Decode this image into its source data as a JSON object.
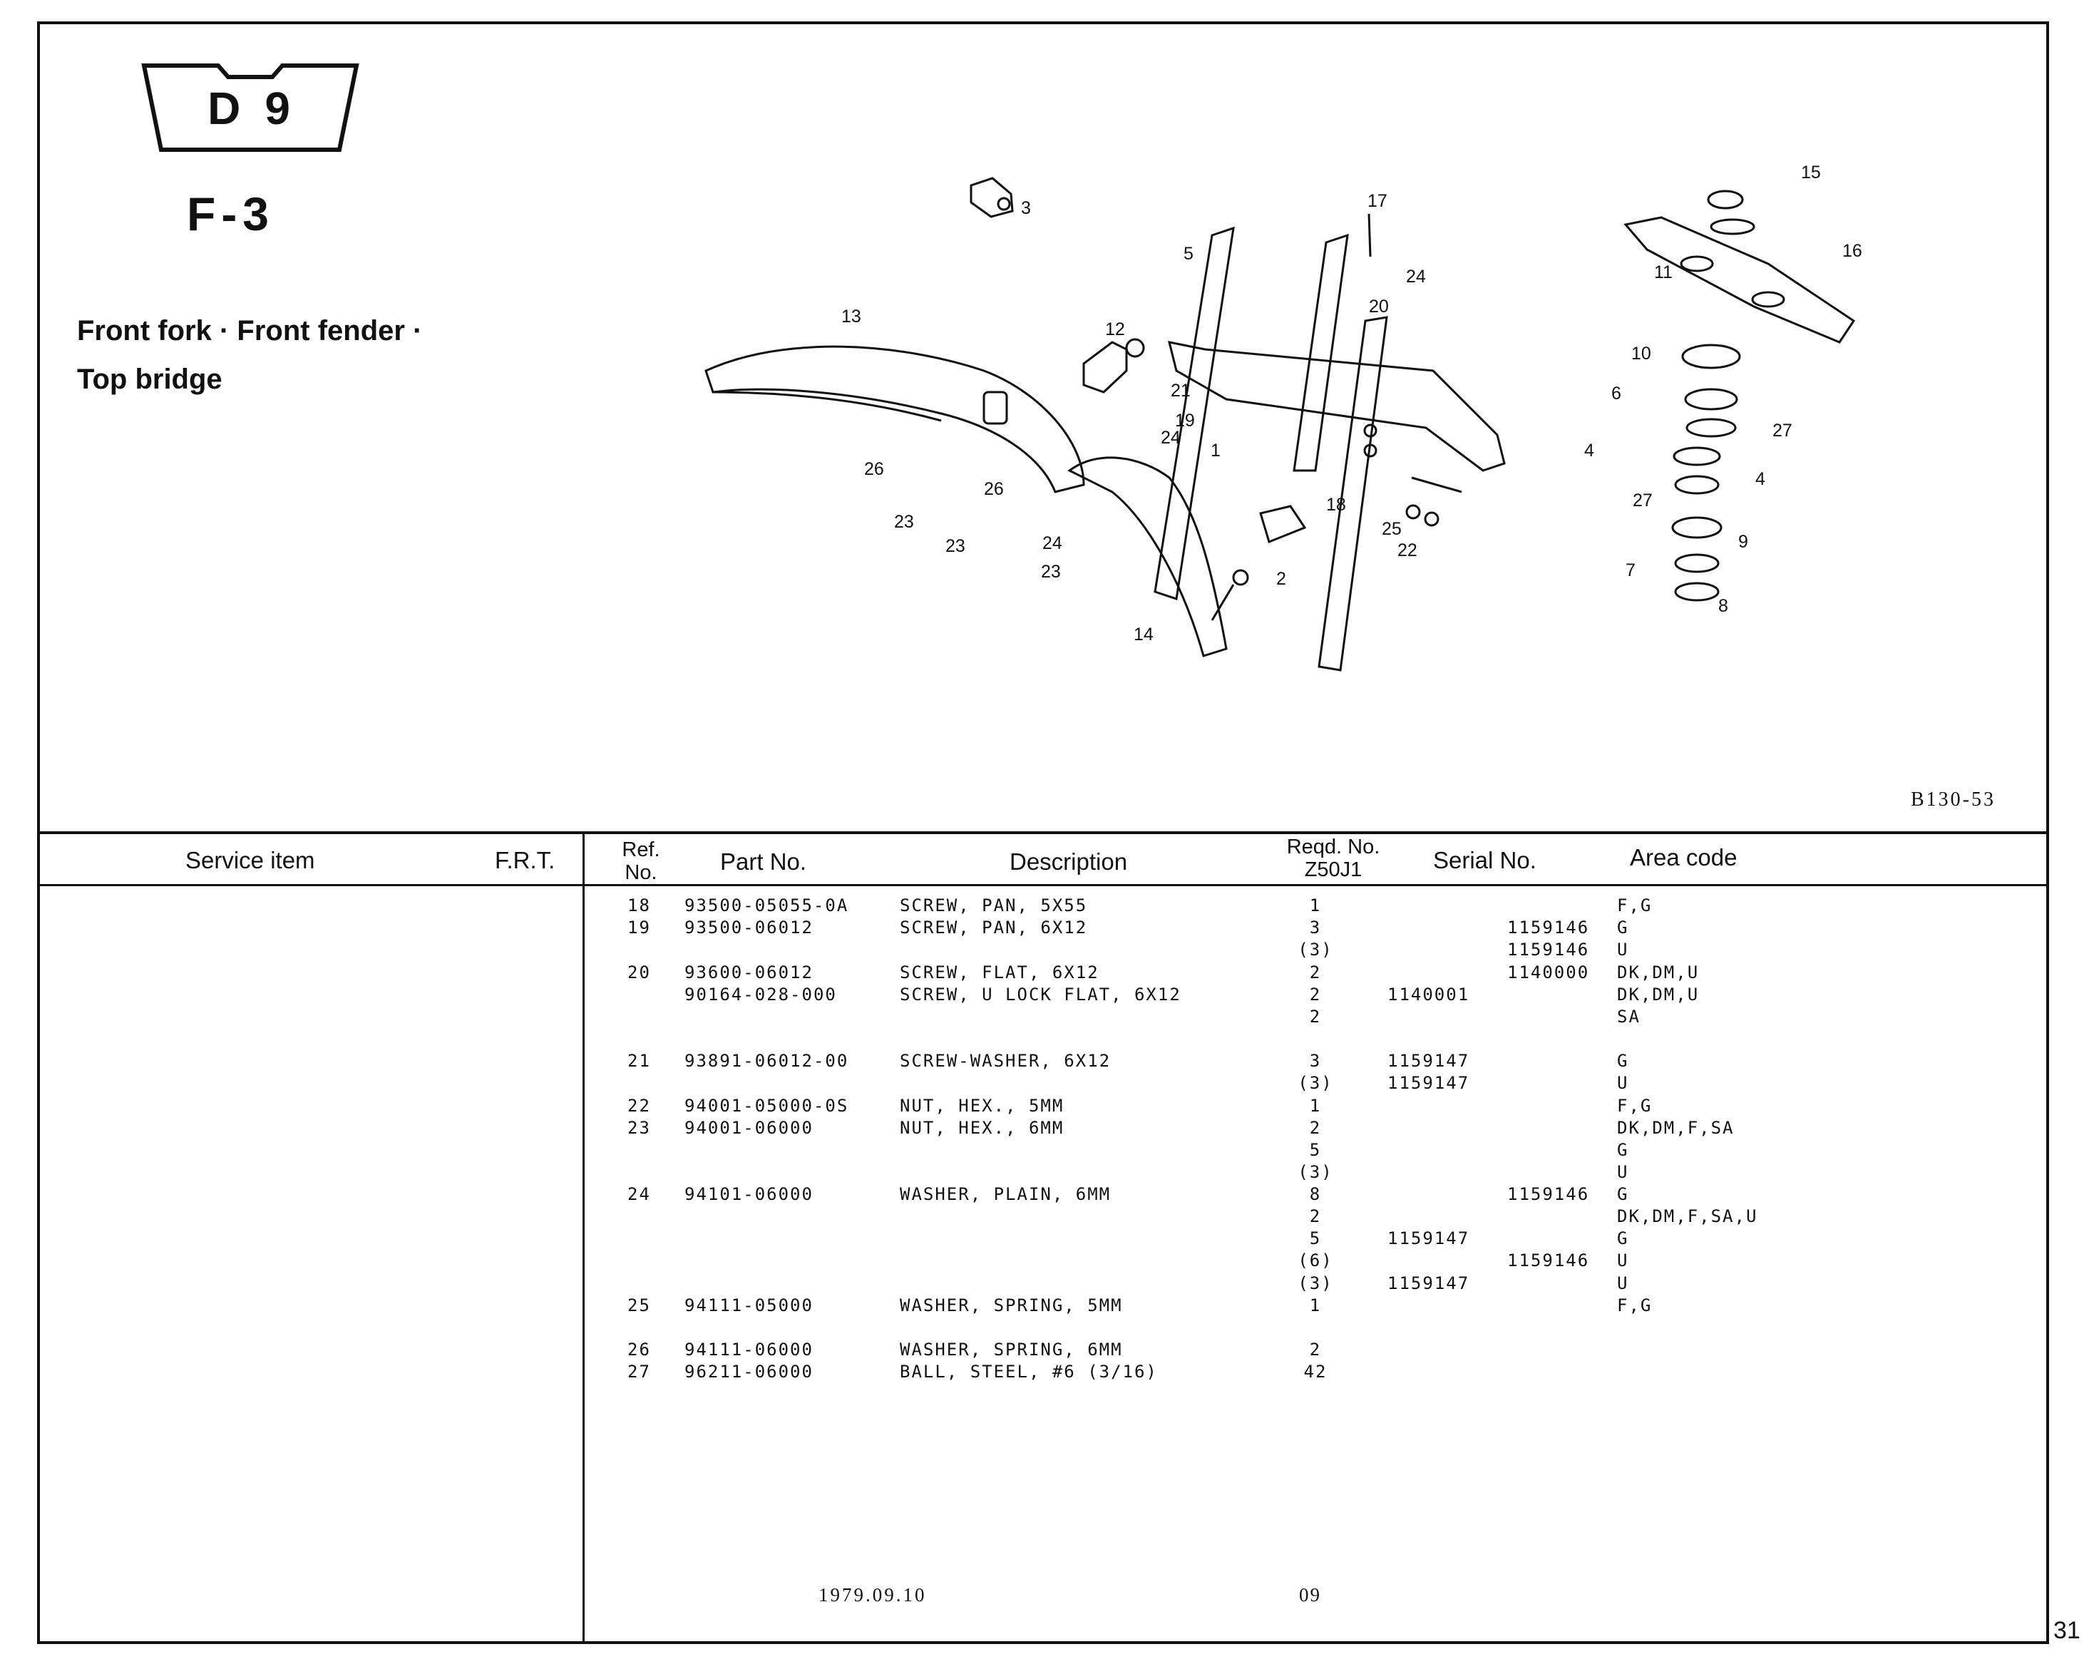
{
  "header": {
    "badge": "D9",
    "section_code": "F-3",
    "title_line1": "Front fork · Front fender ·",
    "title_line2": "Top bridge",
    "diagram_code": "B130-53"
  },
  "diagram_callouts": [
    "1",
    "2",
    "3",
    "4",
    "4",
    "5",
    "6",
    "7",
    "8",
    "9",
    "10",
    "11",
    "12",
    "13",
    "14",
    "15",
    "16",
    "17",
    "18",
    "19",
    "20",
    "21",
    "22",
    "23",
    "23",
    "23",
    "24",
    "24",
    "24",
    "25",
    "26",
    "26",
    "27",
    "27"
  ],
  "table": {
    "headers": {
      "service_item": "Service item",
      "frt": "F.R.T.",
      "ref_line1": "Ref.",
      "ref_line2": "No.",
      "part_no": "Part No.",
      "description": "Description",
      "reqd_line1": "Reqd. No.",
      "reqd_line2": "Z50J1",
      "serial_no": "Serial No.",
      "area_code": "Area code"
    },
    "rows": [
      {
        "ref": "18",
        "part": "93500-05055-0A",
        "desc": "SCREW, PAN, 5X55",
        "qty": "1",
        "serial_a": "",
        "serial_b": "",
        "area": "F,G"
      },
      {
        "ref": "19",
        "part": "93500-06012",
        "desc": "SCREW, PAN, 6X12",
        "qty": "3",
        "serial_a": "",
        "serial_b": "1159146",
        "area": "G"
      },
      {
        "ref": "",
        "part": "",
        "desc": "",
        "qty": "(3)",
        "serial_a": "",
        "serial_b": "1159146",
        "area": "U"
      },
      {
        "ref": "20",
        "part": "93600-06012",
        "desc": "SCREW, FLAT, 6X12",
        "qty": "2",
        "serial_a": "",
        "serial_b": "1140000",
        "area": "DK,DM,U"
      },
      {
        "ref": "",
        "part": "90164-028-000",
        "desc": "SCREW, U LOCK FLAT, 6X12",
        "qty": "2",
        "serial_a": "1140001",
        "serial_b": "",
        "area": "DK,DM,U"
      },
      {
        "ref": "",
        "part": "",
        "desc": "",
        "qty": "2",
        "serial_a": "",
        "serial_b": "",
        "area": "SA"
      },
      {
        "ref": "21",
        "part": "93891-06012-00",
        "desc": "SCREW-WASHER, 6X12",
        "qty": "3",
        "serial_a": "1159147",
        "serial_b": "",
        "area": "G"
      },
      {
        "ref": "",
        "part": "",
        "desc": "",
        "qty": "(3)",
        "serial_a": "1159147",
        "serial_b": "",
        "area": "U"
      },
      {
        "ref": "22",
        "part": "94001-05000-0S",
        "desc": "NUT, HEX., 5MM",
        "qty": "1",
        "serial_a": "",
        "serial_b": "",
        "area": "F,G"
      },
      {
        "ref": "23",
        "part": "94001-06000",
        "desc": "NUT, HEX., 6MM",
        "qty": "2",
        "serial_a": "",
        "serial_b": "",
        "area": "DK,DM,F,SA"
      },
      {
        "ref": "",
        "part": "",
        "desc": "",
        "qty": "5",
        "serial_a": "",
        "serial_b": "",
        "area": "G"
      },
      {
        "ref": "",
        "part": "",
        "desc": "",
        "qty": "(3)",
        "serial_a": "",
        "serial_b": "",
        "area": "U"
      },
      {
        "ref": "24",
        "part": "94101-06000",
        "desc": "WASHER, PLAIN, 6MM",
        "qty": "8",
        "serial_a": "",
        "serial_b": "1159146",
        "area": "G"
      },
      {
        "ref": "",
        "part": "",
        "desc": "",
        "qty": "2",
        "serial_a": "",
        "serial_b": "",
        "area": "DK,DM,F,SA,U"
      },
      {
        "ref": "",
        "part": "",
        "desc": "",
        "qty": "5",
        "serial_a": "1159147",
        "serial_b": "",
        "area": "G"
      },
      {
        "ref": "",
        "part": "",
        "desc": "",
        "qty": "(6)",
        "serial_a": "",
        "serial_b": "1159146",
        "area": "U"
      },
      {
        "ref": "",
        "part": "",
        "desc": "",
        "qty": "(3)",
        "serial_a": "1159147",
        "serial_b": "",
        "area": "U"
      },
      {
        "ref": "25",
        "part": "94111-05000",
        "desc": "WASHER, SPRING, 5MM",
        "qty": "1",
        "serial_a": "",
        "serial_b": "",
        "area": "F,G"
      },
      {
        "ref": "26",
        "part": "94111-06000",
        "desc": "WASHER, SPRING, 6MM",
        "qty": "2",
        "serial_a": "",
        "serial_b": "",
        "area": ""
      },
      {
        "ref": "27",
        "part": "96211-06000",
        "desc": "BALL, STEEL, #6 (3/16)",
        "qty": "42",
        "serial_a": "",
        "serial_b": "",
        "area": ""
      }
    ]
  },
  "footer": {
    "date": "1979.09.10",
    "code": "09",
    "page_number": "31"
  }
}
